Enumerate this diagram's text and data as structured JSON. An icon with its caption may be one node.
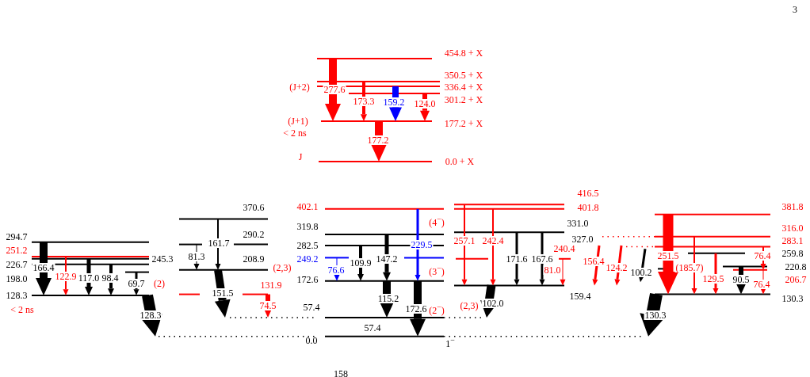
{
  "diagram": {
    "labels": [
      "3",
      "454.8 + X",
      "350.5 + X",
      "336.4 + X",
      "(J+2)",
      "277.6",
      "173.3",
      "159.2",
      "301.2 + X",
      "124.0",
      "(J+1)",
      "177.2 + X",
      "< 2 ns",
      "177.2",
      "J",
      "0.0 + X",
      "294.7",
      "251.2",
      "226.7",
      "166.4",
      "122.9",
      "117.0",
      "98.4",
      "245.3",
      "198.0",
      "69.7",
      "(2)",
      "128.3",
      "< 2 ns",
      "128.3",
      "370.6",
      "290.2",
      "161.7",
      "81.3",
      "208.9",
      "(2,3)",
      "131.9",
      "151.5",
      "74.5",
      "402.1",
      "319.8",
      "(4$^{−}$)",
      "282.5",
      "229.5",
      "249.2",
      "147.2",
      "109.9",
      "76.6",
      "(3$^{−}$)",
      "172.6",
      "115.2",
      "57.4",
      "172.6",
      "(2$^{−}$)",
      "57.4",
      "0.0",
      "1$^{−}$",
      "416.5",
      "401.8",
      "331.0",
      "257.1",
      "242.4",
      "327.0",
      "240.4",
      "171.6",
      "167.6",
      "81.0",
      "156.4",
      "124.2",
      "100.2",
      "(2,3)",
      "102.0",
      "159.4",
      "381.8",
      "316.0",
      "283.1",
      "251.5",
      "76.4",
      "259.8",
      "(185.7)",
      "220.8",
      "129.5",
      "90.5",
      "76.4",
      "206.7",
      "130.3",
      "130.3",
      "158"
    ]
  }
}
